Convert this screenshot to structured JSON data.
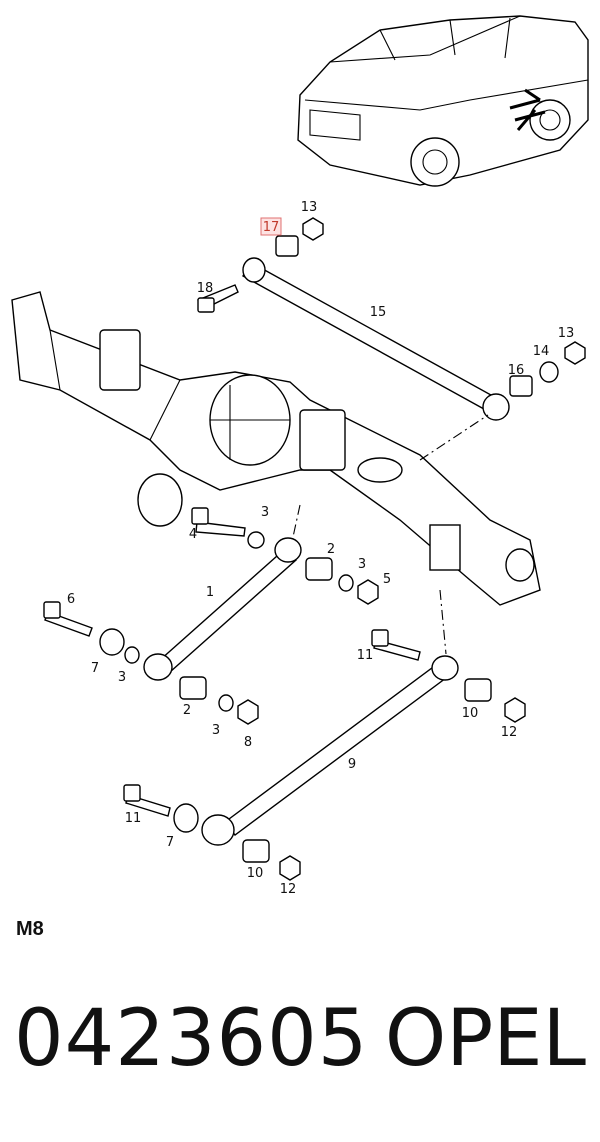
{
  "diagram": {
    "section_code": "M8",
    "part_number": "0423605",
    "brand": "OPEL",
    "highlighted_callout": "17",
    "highlight_color": "#e07070",
    "callouts": [
      {
        "id": "c17",
        "label": "17",
        "highlighted": true
      },
      {
        "id": "c13a",
        "label": "13"
      },
      {
        "id": "c18",
        "label": "18"
      },
      {
        "id": "c15",
        "label": "15"
      },
      {
        "id": "c13b",
        "label": "13"
      },
      {
        "id": "c14",
        "label": "14"
      },
      {
        "id": "c16",
        "label": "16"
      },
      {
        "id": "c4",
        "label": "4"
      },
      {
        "id": "c3a",
        "label": "3"
      },
      {
        "id": "c2a",
        "label": "2"
      },
      {
        "id": "c3b",
        "label": "3"
      },
      {
        "id": "c5",
        "label": "5"
      },
      {
        "id": "c1",
        "label": "1"
      },
      {
        "id": "c6",
        "label": "6"
      },
      {
        "id": "c7a",
        "label": "7"
      },
      {
        "id": "c3c",
        "label": "3"
      },
      {
        "id": "c2b",
        "label": "2"
      },
      {
        "id": "c3d",
        "label": "3"
      },
      {
        "id": "c8",
        "label": "8"
      },
      {
        "id": "c11a",
        "label": "11"
      },
      {
        "id": "c10a",
        "label": "10"
      },
      {
        "id": "c12a",
        "label": "12"
      },
      {
        "id": "c9",
        "label": "9"
      },
      {
        "id": "c11b",
        "label": "11"
      },
      {
        "id": "c7b",
        "label": "7"
      },
      {
        "id": "c10b",
        "label": "10"
      },
      {
        "id": "c12b",
        "label": "12"
      }
    ]
  }
}
